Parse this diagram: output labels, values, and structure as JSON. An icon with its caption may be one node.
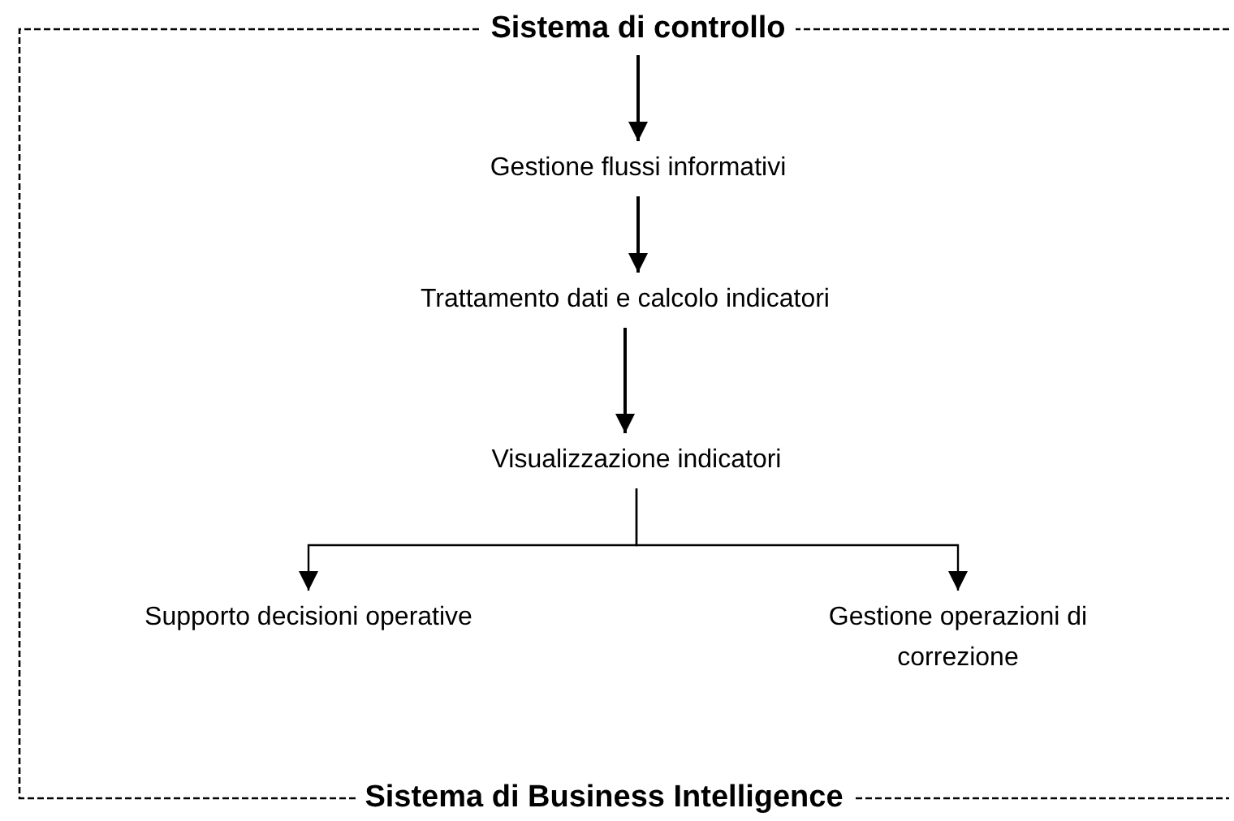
{
  "diagram": {
    "nodes": [
      {
        "text": [
          "Sistema di controllo"
        ]
      },
      {
        "text": [
          "Gestione flussi informativi"
        ]
      },
      {
        "text": [
          "Trattamento dati e calcolo indicatori"
        ]
      },
      {
        "text": [
          "Visualizzazione indicatori"
        ]
      },
      {
        "text": [
          "Supporto decisioni operative"
        ]
      },
      {
        "text": [
          "Gestione operazioni di correzione"
        ]
      },
      {
        "text": [
          "Sistema di Business Intelligence"
        ]
      }
    ],
    "edges": [
      {
        "from": 0,
        "to": 1,
        "arrow": "to"
      },
      {
        "from": 1,
        "to": 2,
        "arrow": "to"
      },
      {
        "from": 2,
        "to": 3,
        "arrow": "to"
      },
      {
        "from": 3,
        "to": 4,
        "arrow": "to"
      },
      {
        "from": 3,
        "to": 5,
        "arrow": "to"
      }
    ]
  }
}
